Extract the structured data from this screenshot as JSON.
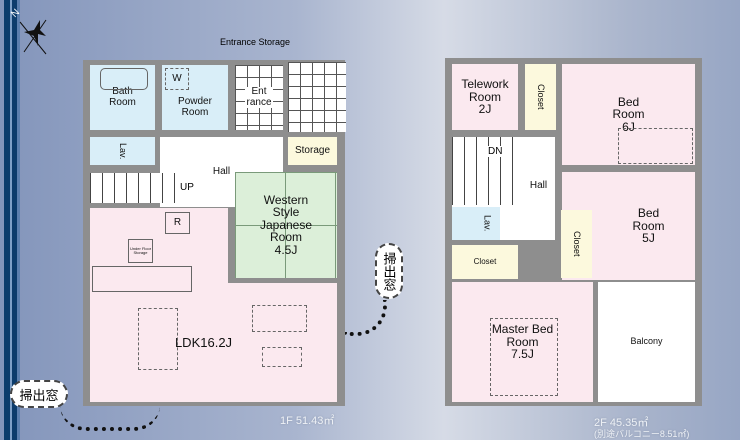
{
  "compass": {
    "label": "N"
  },
  "floor1": {
    "label_entrance_storage": "Entrance Storage",
    "bath": "Bath Room",
    "powder": "Powder Room",
    "washer": "W",
    "entrance": "Ent rance",
    "lav": "Lav.",
    "hall": "Hall",
    "storage": "Storage",
    "up": "UP",
    "japanese": "Western Style Japanese Room",
    "japanese_size": "4.5J",
    "fridge": "R",
    "under_floor": "Under Floor Storage",
    "ldk": "LDK16.2J",
    "window_note": "掃出窓",
    "area": "1F 51.43㎡"
  },
  "floor2": {
    "telework": "Telework Room",
    "telework_size": "2J",
    "closet": "Closet",
    "bed1": "Bed Room",
    "bed1_size": "6J",
    "dn": "DN",
    "hall": "Hall",
    "bed2": "Bed Room",
    "bed2_size": "5J",
    "lav": "Lav.",
    "master": "Master Bed Room",
    "master_size": "7.5J",
    "balcony": "Balcony",
    "area": "2F 45.35㎡",
    "area_note": "(別途バルコニー8.51㎡)"
  }
}
